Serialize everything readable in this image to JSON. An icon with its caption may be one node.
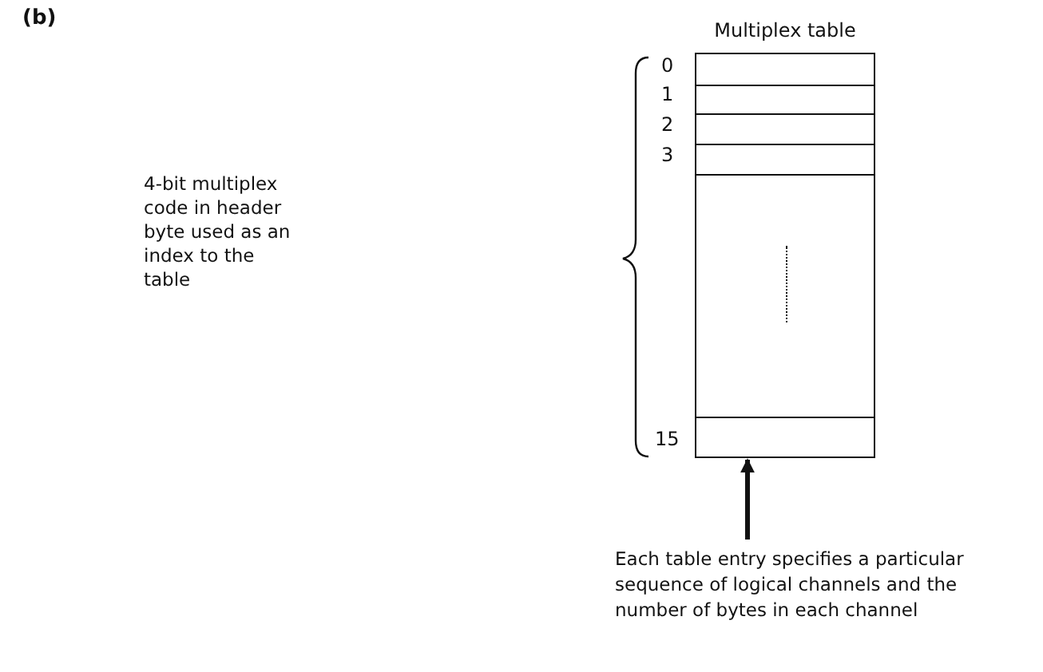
{
  "diagram": {
    "nodes": [
      {
        "text": [
          "Multiplex table"
        ]
      },
      {
        "text": [
          "Each table entry specifies a particular sequence of logical channels and the number of bytes in each channel"
        ]
      }
    ],
    "edges": [
      {
        "from": 1,
        "to": 0,
        "arrow": "to"
      }
    ],
    "labels": [
      "(b)",
      "4-bit multiplex code in header byte used as an index to the table",
      "0",
      "1",
      "2",
      "3",
      "15"
    ]
  }
}
